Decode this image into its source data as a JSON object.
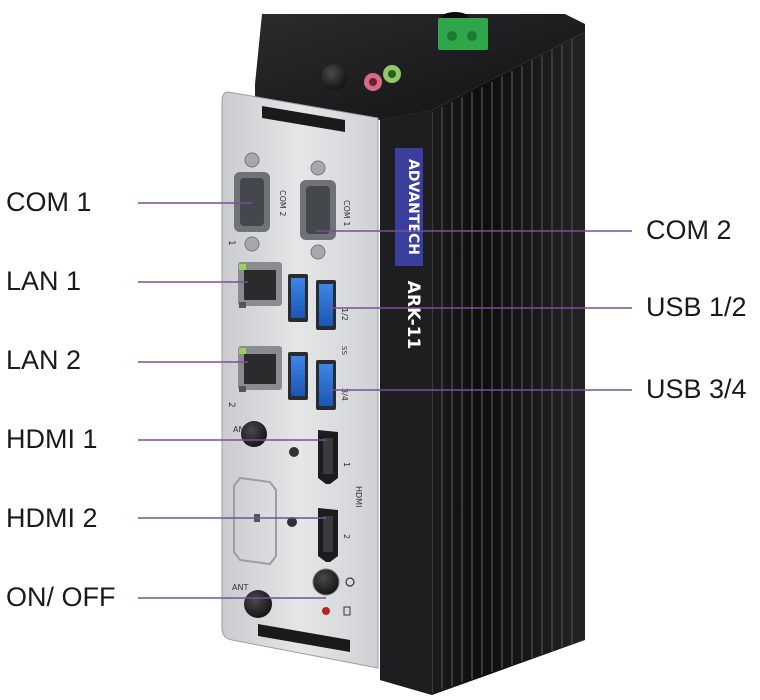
{
  "device": {
    "brand": "ADVANTECH",
    "model": "ARK-11",
    "colors": {
      "leader_line": "#7a4f96",
      "chassis_silver": "#d4d6d9",
      "heatsink": "#1c1c1e",
      "brand_badge": "#3a3f9e",
      "port_usb_blue": "#2a6fd6"
    }
  },
  "port_labels": {
    "com_left": "COM 2",
    "com_right": "COM 1",
    "hdmi": "HDMI",
    "usb_upper": "1/2",
    "usb_lower": "3/4",
    "hdmi_1": "1",
    "hdmi_2": "2",
    "ant": "ANT",
    "com_num_1": "1",
    "lan_num_2": "2",
    "ss": "SS"
  },
  "callouts": {
    "com1": "COM 1",
    "lan1": "LAN 1",
    "lan2": "LAN 2",
    "hdmi1": "HDMI 1",
    "hdmi2": "HDMI 2",
    "onoff": "ON/ OFF",
    "com2": "COM 2",
    "usb12": "USB 1/2",
    "usb34": "USB 3/4"
  }
}
